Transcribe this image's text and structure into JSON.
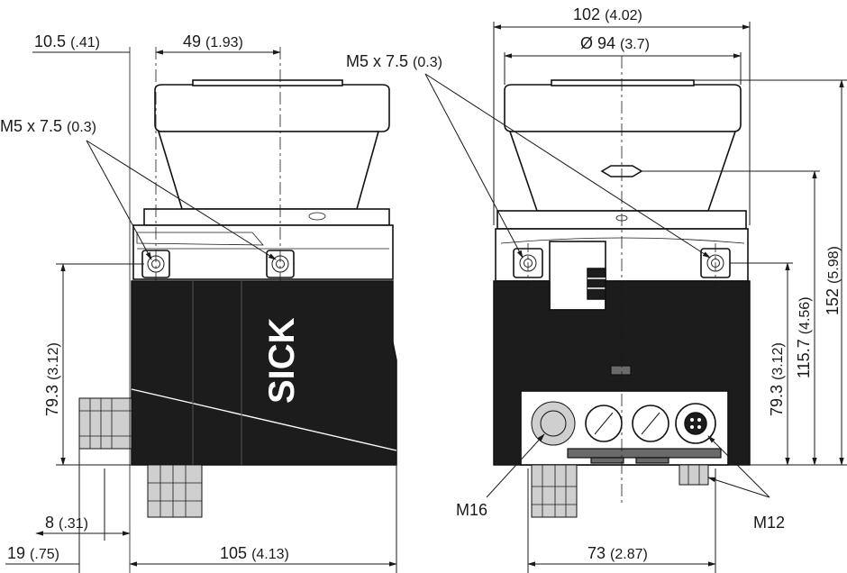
{
  "brand": "SICK",
  "side_view": {
    "dim_top_offset": {
      "value": "10.5",
      "inch": "(.41)"
    },
    "dim_top_width": {
      "value": "49",
      "inch": "(1.93)"
    },
    "thread_label": {
      "value": "M5 x 7.5",
      "inch": "(0.3)"
    },
    "dim_height": {
      "value": "79.3",
      "inch": "(3.12)"
    },
    "dim_gland_offset": {
      "value": "8",
      "inch": "(.31)"
    },
    "dim_gland_depth": {
      "value": "19",
      "inch": "(.75)"
    },
    "dim_depth": {
      "value": "105",
      "inch": "(4.13)"
    }
  },
  "front_view": {
    "dim_width": {
      "value": "102",
      "inch": "(4.02)"
    },
    "dim_diameter": {
      "value": "Ø 94",
      "inch": "(3.7)"
    },
    "thread_label": {
      "value": "M5 x 7.5",
      "inch": "(0.3)"
    },
    "dim_height_mount": {
      "value": "79.3",
      "inch": "(3.12)"
    },
    "dim_height_window": {
      "value": "115.7",
      "inch": "(4.56)"
    },
    "dim_height_total": {
      "value": "152",
      "inch": "(5.98)"
    },
    "dim_connector_span": {
      "value": "73",
      "inch": "(2.87)"
    },
    "label_gland": "M16",
    "label_connector": "M12"
  }
}
